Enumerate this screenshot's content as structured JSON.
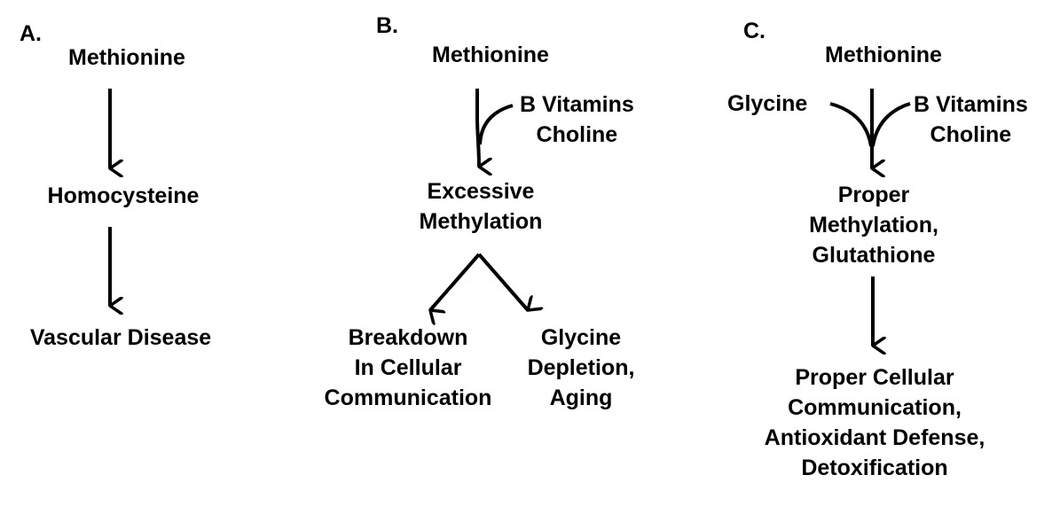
{
  "colors": {
    "ink": "#000000",
    "background": "#ffffff"
  },
  "panel_a": {
    "label": "A.",
    "nodes": [
      "Methionine",
      "Homocysteine",
      "Vascular Disease"
    ]
  },
  "panel_b": {
    "label": "B.",
    "top": "Methionine",
    "cofactor_lines": [
      "B Vitamins",
      "Choline"
    ],
    "middle_lines": [
      "Excessive",
      "Methylation"
    ],
    "outcome_left_lines": [
      "Breakdown",
      "In Cellular",
      "Communication"
    ],
    "outcome_right_lines": [
      "Glycine",
      "Depletion,",
      "Aging"
    ]
  },
  "panel_c": {
    "label": "C.",
    "top": "Methionine",
    "cofactor_left": "Glycine",
    "cofactor_right_lines": [
      "B Vitamins",
      "Choline"
    ],
    "middle_lines": [
      "Proper",
      "Methylation,",
      "Glutathione"
    ],
    "outcome_lines": [
      "Proper Cellular",
      "Communication,",
      "Antioxidant Defense,",
      "Detoxification"
    ]
  }
}
